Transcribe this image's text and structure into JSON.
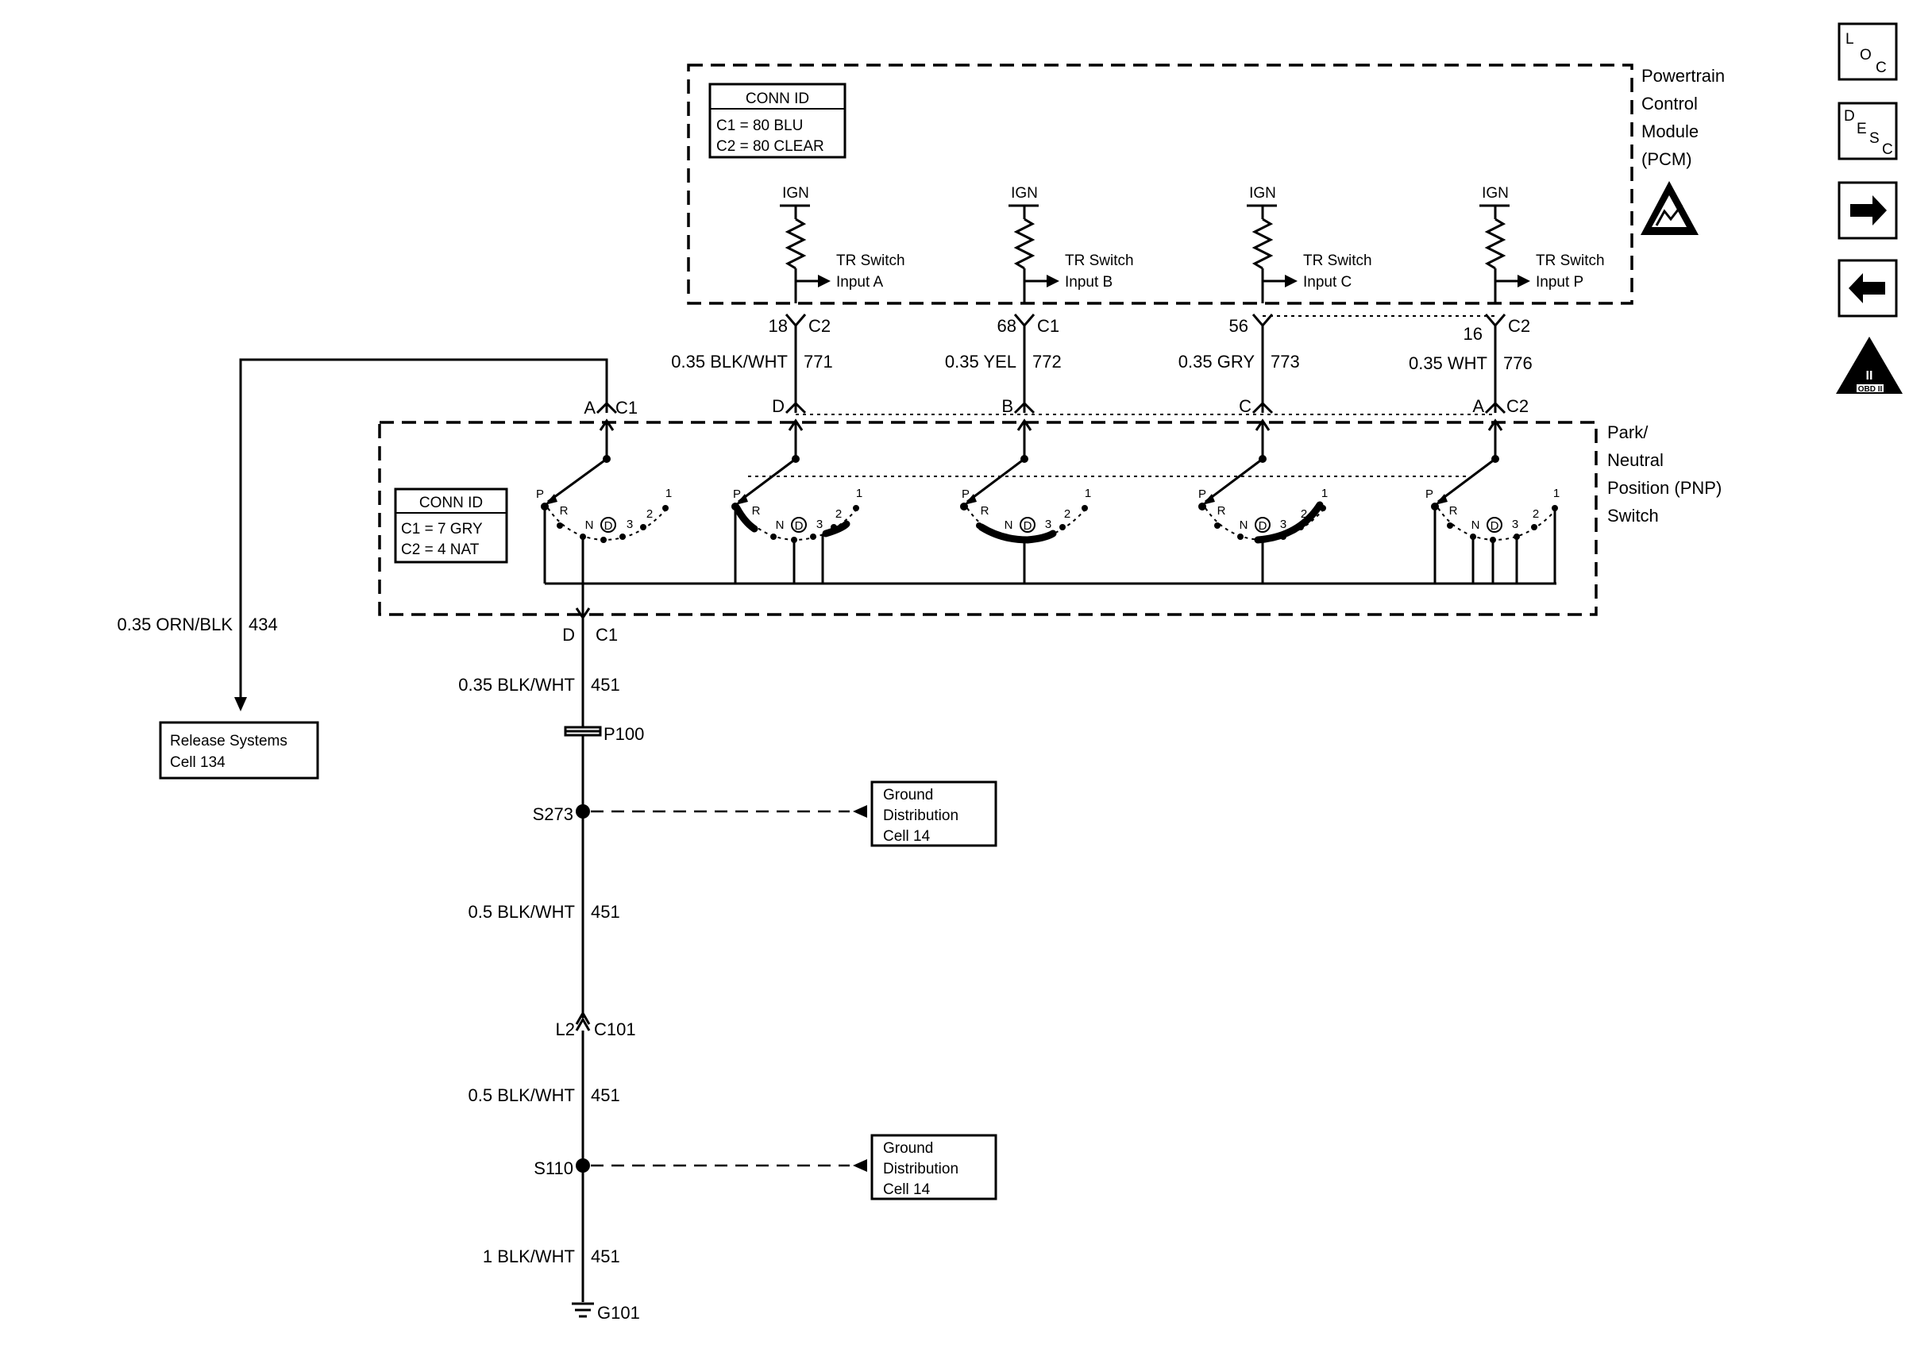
{
  "pcm": {
    "title": [
      "Powertrain",
      "Control",
      "Module",
      "(PCM)"
    ],
    "conn_id": {
      "header": "CONN ID",
      "lines": [
        "C1 = 80 BLU",
        "C2 = 80 CLEAR"
      ]
    },
    "inputs": [
      {
        "ign": "IGN",
        "label1": "TR Switch",
        "label2": "Input A",
        "pin": "18",
        "conn": "C2"
      },
      {
        "ign": "IGN",
        "label1": "TR Switch",
        "label2": "Input B",
        "pin": "68",
        "conn": "C1"
      },
      {
        "ign": "IGN",
        "label1": "TR Switch",
        "label2": "Input C",
        "pin": "56",
        "conn": ""
      },
      {
        "ign": "IGN",
        "label1": "TR Switch",
        "label2": "Input P",
        "pin": "16",
        "conn": "C2"
      }
    ]
  },
  "wires": [
    {
      "gauge_color": "0.35 BLK/WHT",
      "circuit": "771"
    },
    {
      "gauge_color": "0.35 YEL",
      "circuit": "772"
    },
    {
      "gauge_color": "0.35 GRY",
      "circuit": "773"
    },
    {
      "gauge_color": "0.35 WHT",
      "circuit": "776"
    }
  ],
  "pnp": {
    "title": [
      "Park/",
      "Neutral",
      "Position (PNP)",
      "Switch"
    ],
    "conn_id": {
      "header": "CONN ID",
      "lines": [
        "C1 = 7 GRY",
        "C2 = 4 NAT"
      ]
    },
    "pins_top": [
      {
        "pin": "A",
        "conn": "C1"
      },
      {
        "pin": "D",
        "conn": ""
      },
      {
        "pin": "B",
        "conn": ""
      },
      {
        "pin": "C",
        "conn": ""
      },
      {
        "pin": "A",
        "conn": "C2"
      }
    ],
    "pin_bottom": {
      "pin": "D",
      "conn": "C1"
    },
    "positions": [
      "P",
      "R",
      "N",
      "D",
      "3",
      "2",
      "1"
    ]
  },
  "release": {
    "wire": {
      "gauge_color": "0.35 ORN/BLK",
      "circuit": "434"
    },
    "box": [
      "Release Systems",
      "Cell 134"
    ]
  },
  "ground_path": {
    "wires": [
      {
        "gauge_color": "0.35 BLK/WHT",
        "circuit": "451"
      },
      {
        "gauge_color": "0.5 BLK/WHT",
        "circuit": "451"
      },
      {
        "gauge_color": "0.5 BLK/WHT",
        "circuit": "451"
      },
      {
        "gauge_color": "1 BLK/WHT",
        "circuit": "451"
      }
    ],
    "pass_through": "P100",
    "splices": [
      "S273",
      "S110"
    ],
    "connector": {
      "pin": "L2",
      "conn": "C101"
    },
    "ground": "G101",
    "ground_boxes": [
      [
        "Ground",
        "Distribution",
        "Cell 14"
      ],
      [
        "Ground",
        "Distribution",
        "Cell 14"
      ]
    ]
  },
  "nav": {
    "loc": {
      "a": "L",
      "b": "O",
      "c": "C"
    },
    "desc": {
      "a": "D",
      "b": "E",
      "c": "S",
      "d": "C"
    },
    "obd": {
      "roman": "II",
      "label": "OBD II"
    }
  }
}
